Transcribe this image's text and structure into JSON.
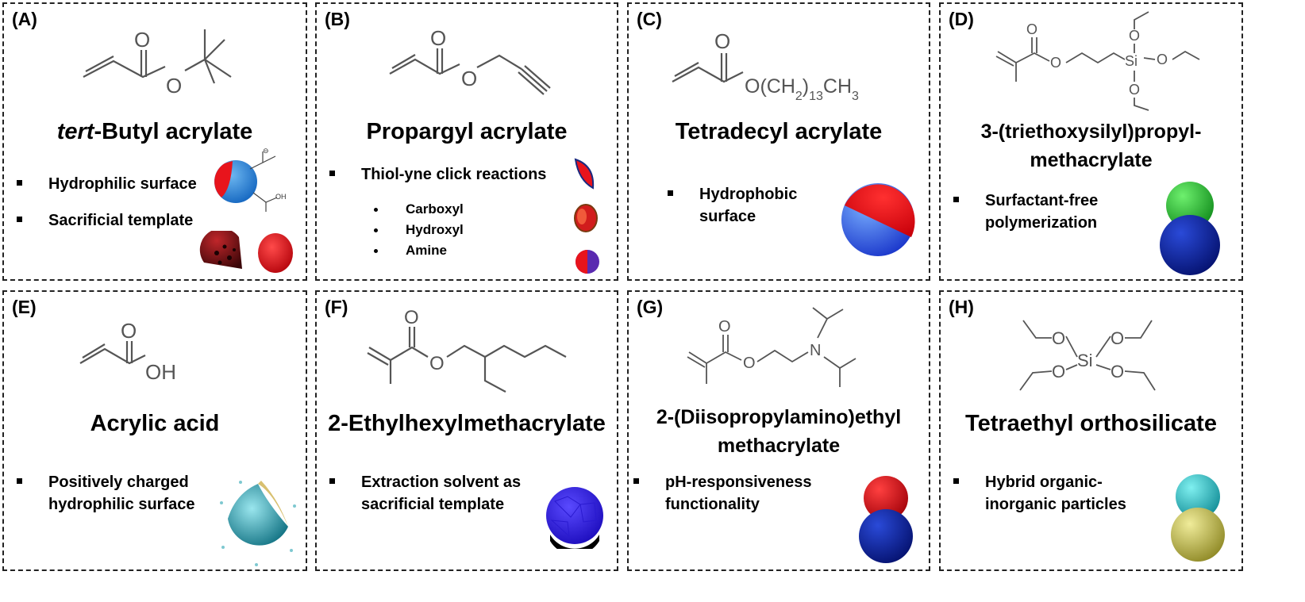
{
  "panels": [
    {
      "label": "(A)",
      "name_prefix": "tert",
      "name_rest": "-Butyl acrylate",
      "bullets": [
        "Hydrophilic surface",
        "Sacrificial template"
      ]
    },
    {
      "label": "(B)",
      "name": "Propargyl acrylate",
      "bullets": [
        "Thiol-yne click reactions"
      ],
      "subitems": [
        "Carboxyl",
        "Hydroxyl",
        "Amine"
      ]
    },
    {
      "label": "(C)",
      "name": "Tetradecyl acrylate",
      "bullets": [
        "Hydrophobic surface"
      ]
    },
    {
      "label": "(D)",
      "name": "3-(triethoxysilyl)propyl-methacrylate",
      "bullets": [
        "Surfactant-free polymerization"
      ]
    },
    {
      "label": "(E)",
      "name": "Acrylic acid",
      "bullets": [
        "Positively charged hydrophilic surface"
      ]
    },
    {
      "label": "(F)",
      "name": "2-Ethylhexylmethacrylate",
      "bullets": [
        "Extraction solvent as sacrificial template"
      ]
    },
    {
      "label": "(G)",
      "name": "2-(Diisopropylamino)ethyl methacrylate",
      "bullets": [
        "pH-responsiveness functionality"
      ]
    },
    {
      "label": "(H)",
      "name": "Tetraethyl orthosilicate",
      "bullets": [
        "Hybrid organic-inorganic particles"
      ]
    }
  ],
  "atoms": {
    "oxygen": "O",
    "hydroxyl": "OH",
    "silicon": "Si",
    "nitrogen": "N",
    "tetradecyl_chain": "O(CH2)13CH3",
    "carboxylate_minus": "⊖",
    "oh_small": "OH"
  },
  "colors": {
    "red": "#e8141c",
    "blue": "#1a7ad6",
    "dark_blue": "#0a1fa8",
    "green": "#26b526",
    "cyan": "#2bbcc6",
    "olive": "#c9c24a",
    "violet_blue": "#3a22e8"
  }
}
